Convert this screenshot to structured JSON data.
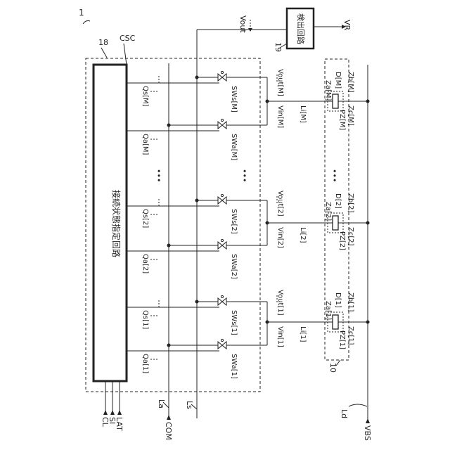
{
  "figure_label": "1",
  "top": {
    "vout": "Vout",
    "vr": "VR",
    "detect_label": "検出回路",
    "detect_ref": "19"
  },
  "csc": {
    "ref": "18",
    "label": "CSC",
    "text": "接続状態指定回路"
  },
  "inputs": {
    "cl": "CL",
    "si": "SI",
    "lat": "LAT",
    "com": "COM",
    "vbs": "VBS"
  },
  "lines": {
    "la": "La",
    "ls": "Ls",
    "ld": "Ld"
  },
  "unit_ref": "10",
  "channels": [
    {
      "qs": "Qs[1]",
      "qa": "Qa[1]",
      "sws": "SWs[1]",
      "swa": "SWa[1]",
      "vin": "Vin[1]",
      "vout": "Vout[1]",
      "li": "Li[1]",
      "za": "Za[1]",
      "zb": "Zb[1]",
      "zc": "Zc[1]",
      "d": "D[1]",
      "pz": "PZ[1]"
    },
    {
      "qs": "Qs[2]",
      "qa": "Qa[2]",
      "sws": "SWs[2]",
      "swa": "SWa[2]",
      "vin": "Vin[2]",
      "vout": "Vout[2]",
      "li": "Li[2]",
      "za": "Za[2]",
      "zb": "Zb[2]",
      "zc": "Zc[2]",
      "d": "D[2]",
      "pz": "PZ[2]"
    },
    {
      "qs": "Qs[M]",
      "qa": "Qa[M]",
      "sws": "SWs[M]",
      "swa": "SWa[M]",
      "vin": "Vin[M]",
      "vout": "Vout[M]",
      "li": "Li[M]",
      "za": "Za[M]",
      "zb": "Zb[M]",
      "zc": "Zc[M]",
      "d": "D[M]",
      "pz": "PZ[M]"
    }
  ],
  "ellipsis": "•••"
}
